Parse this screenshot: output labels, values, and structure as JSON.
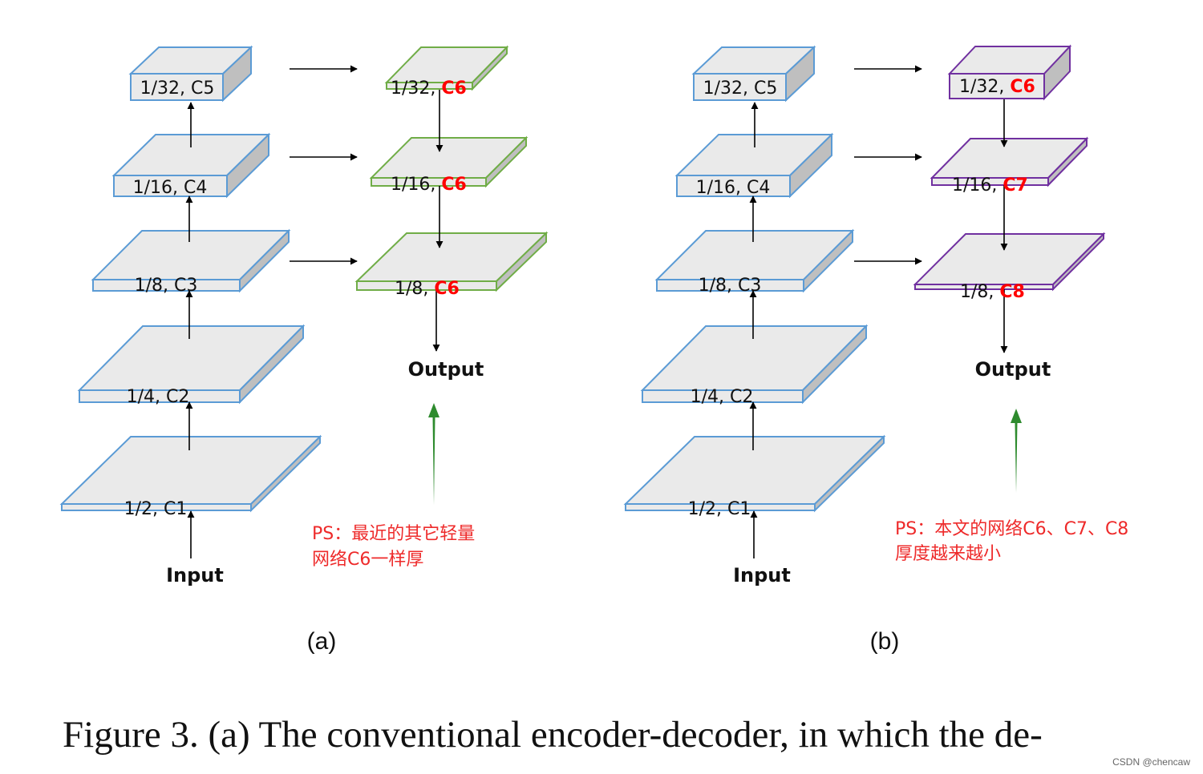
{
  "panels": [
    {
      "id": "a",
      "label": "(a)",
      "encoder": [
        {
          "text": "1/32, C5"
        },
        {
          "text": "1/16, C4"
        },
        {
          "text": "1/8, C3"
        },
        {
          "text": "1/4, C2"
        },
        {
          "text": "1/2, C1"
        }
      ],
      "decoder": [
        {
          "prefix": "1/32, ",
          "channel": "C6"
        },
        {
          "prefix": "1/16, ",
          "channel": "C6"
        },
        {
          "prefix": "1/8, ",
          "channel": "C6"
        }
      ],
      "input_label": "Input",
      "output_label": "Output",
      "note_lines": [
        "PS：最近的其它轻量",
        "网络C6一样厚"
      ]
    },
    {
      "id": "b",
      "label": "(b)",
      "encoder": [
        {
          "text": "1/32, C5"
        },
        {
          "text": "1/16, C4"
        },
        {
          "text": "1/8, C3"
        },
        {
          "text": "1/4, C2"
        },
        {
          "text": "1/2, C1"
        }
      ],
      "decoder": [
        {
          "prefix": "1/32, ",
          "channel": "C6"
        },
        {
          "prefix": "1/16, ",
          "channel": "C7"
        },
        {
          "prefix": "1/8, ",
          "channel": "C8"
        }
      ],
      "input_label": "Input",
      "output_label": "Output",
      "note_lines": [
        "PS：本文的网络C6、C7、C8",
        "厚度越来越小"
      ]
    }
  ],
  "caption": "Figure 3.  (a) The conventional encoder-decoder, in which the de-",
  "watermark": "CSDN @chencaw",
  "colors": {
    "encoder_stroke": "#5b9bd5",
    "decoder_a_stroke": "#70ad47",
    "decoder_b_stroke": "#7030a0",
    "face_fill": "#eaeaea",
    "side_fill": "#bfbfbf",
    "note": "#ee2a2a",
    "green_arrow": "#2e8b2e",
    "channel_highlight": "#ff0000"
  }
}
